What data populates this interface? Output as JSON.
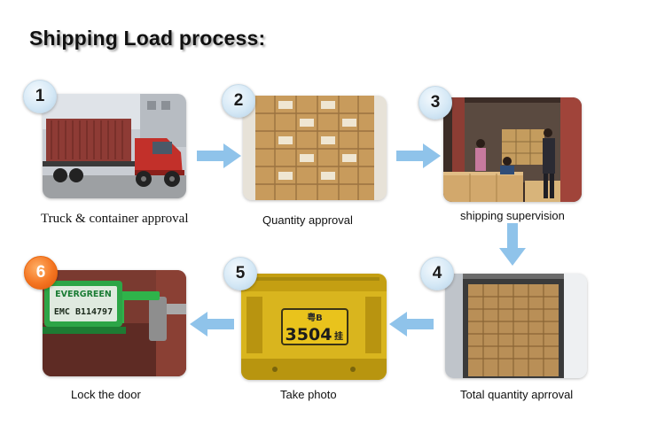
{
  "title": "Shipping Load process:",
  "colors": {
    "arrow": "#8fc3ea",
    "badge": "#d6e9f6",
    "badge_highlight": "#f47522"
  },
  "steps": [
    {
      "number": "1",
      "caption": "Truck & container approval",
      "icon": "truck-photo"
    },
    {
      "number": "2",
      "caption": "Quantity approval",
      "icon": "cartons-photo"
    },
    {
      "number": "3",
      "caption": "shipping supervision",
      "icon": "loading-photo"
    },
    {
      "number": "4",
      "caption": "Total quantity aprroval",
      "icon": "container-full-photo"
    },
    {
      "number": "5",
      "caption": "Take photo",
      "icon": "plate-photo"
    },
    {
      "number": "6",
      "caption": "Lock the door",
      "icon": "seal-photo"
    }
  ],
  "seal_text": {
    "brand": "EVERGREEN",
    "code": "EMC B114797"
  },
  "plate_text": {
    "top": "粤B",
    "number": "3504",
    "suffix": "挂"
  }
}
